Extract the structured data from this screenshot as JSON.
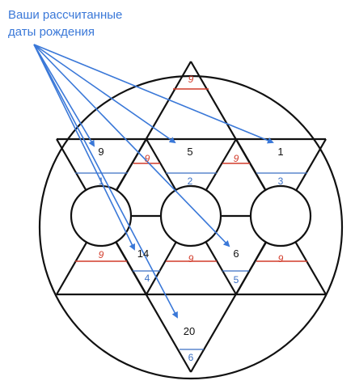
{
  "caption": {
    "line1": "Ваши рассчитанные",
    "line2": "даты рождения"
  },
  "colors": {
    "outline": "#111111",
    "red": "#d23b2a",
    "blue": "#3a6fc4",
    "arrow": "#3a78d8"
  },
  "labels": {
    "top_9": "9",
    "birth_9": "9",
    "birth_5": "5",
    "birth_1": "1",
    "mid_left_9": "9",
    "mid_right_9": "9",
    "num_1": "1",
    "num_2": "2",
    "num_3": "3",
    "low_left_9": "9",
    "low_mid_9": "9",
    "low_right_9": "9",
    "birth_14": "14",
    "birth_6": "6",
    "num_4": "4",
    "num_5": "5",
    "birth_20": "20",
    "num_6": "6"
  }
}
